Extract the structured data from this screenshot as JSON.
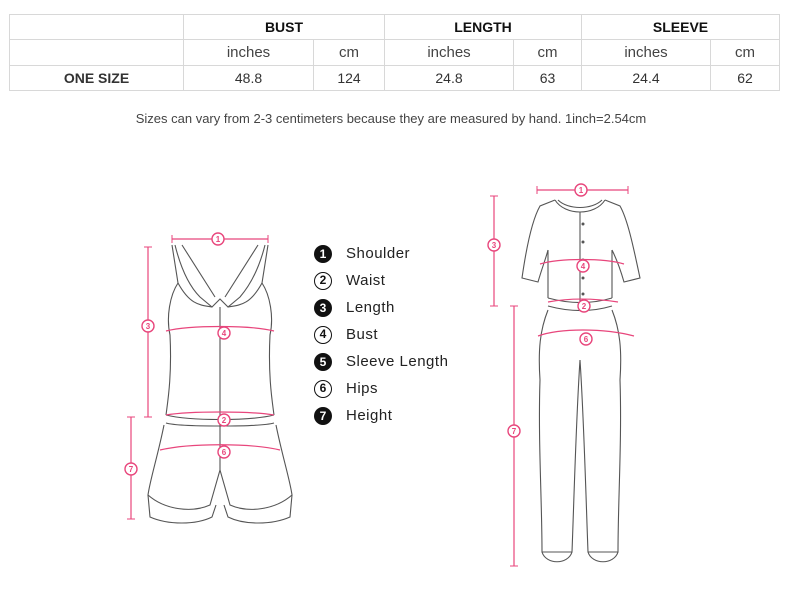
{
  "table": {
    "headers": [
      "BUST",
      "LENGTH",
      "SLEEVE"
    ],
    "units": [
      "inches",
      "cm",
      "inches",
      "cm",
      "inches",
      "cm"
    ],
    "rows": [
      {
        "label": "ONE SIZE",
        "values": [
          "48.8",
          "124",
          "24.8",
          "63",
          "24.4",
          "62"
        ]
      }
    ]
  },
  "note": "Sizes can vary from 2-3 centimeters because they are measured by hand. 1inch=2.54cm",
  "legend": [
    {
      "num": "1",
      "label": "Shoulder"
    },
    {
      "num": "2",
      "label": "Waist"
    },
    {
      "num": "3",
      "label": "Length"
    },
    {
      "num": "4",
      "label": "Bust"
    },
    {
      "num": "5",
      "label": "Sleeve Length"
    },
    {
      "num": "6",
      "label": "Hips"
    },
    {
      "num": "7",
      "label": "Height"
    }
  ],
  "markers": {
    "romper": [
      "1",
      "3",
      "4",
      "2",
      "6",
      "7"
    ],
    "jumpsuit": [
      "1",
      "3",
      "4",
      "2",
      "6",
      "7"
    ]
  },
  "colors": {
    "accent": "#e8467c",
    "outline": "#555555",
    "border": "#d8d8d8"
  }
}
